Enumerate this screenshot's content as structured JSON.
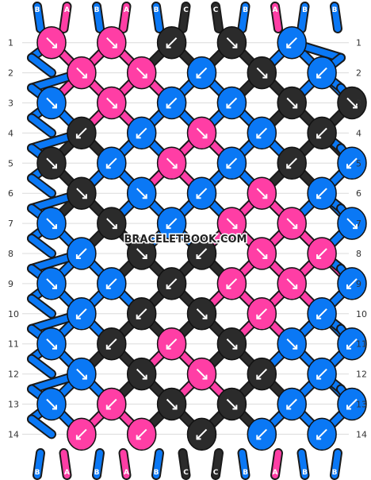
{
  "watermark": "BRACELETBOOK.COM",
  "colors": {
    "A": "#ff3ea5",
    "B": "#0a78f5",
    "C": "#2b2b2b"
  },
  "strands_top": [
    "B",
    "A",
    "B",
    "A",
    "B",
    "C",
    "C",
    "B",
    "A",
    "B",
    "B"
  ],
  "strands_bottom": [
    "B",
    "A",
    "B",
    "A",
    "B",
    "C",
    "C",
    "B",
    "A",
    "B",
    "B"
  ],
  "row_numbers": [
    "1",
    "2",
    "3",
    "4",
    "5",
    "6",
    "7",
    "8",
    "9",
    "10",
    "11",
    "12",
    "13",
    "14"
  ],
  "knots": [
    [
      "A",
      "A",
      "C",
      "C",
      "B"
    ],
    [
      "A",
      "A",
      "B",
      "C",
      "B"
    ],
    [
      "B",
      "A",
      "B",
      "B",
      "C",
      "C"
    ],
    [
      "C",
      "B",
      "A",
      "B",
      "C"
    ],
    [
      "C",
      "B",
      "A",
      "B",
      "C",
      "B"
    ],
    [
      "C",
      "B",
      "B",
      "A",
      "B"
    ],
    [
      "B",
      "C",
      "B",
      "A",
      "A",
      "B"
    ],
    [
      "B",
      "C",
      "C",
      "A",
      "A"
    ],
    [
      "B",
      "B",
      "C",
      "A",
      "A",
      "B"
    ],
    [
      "B",
      "C",
      "C",
      "A",
      "B"
    ],
    [
      "B",
      "C",
      "A",
      "C",
      "B",
      "B"
    ],
    [
      "B",
      "C",
      "A",
      "C",
      "B"
    ],
    [
      "B",
      "A",
      "C",
      "C",
      "B",
      "B"
    ],
    [
      "A",
      "A",
      "C",
      "B",
      "B"
    ]
  ],
  "directions": [
    [
      "se",
      "se",
      "sw",
      "se",
      "sw"
    ],
    [
      "se",
      "se",
      "sw",
      "se",
      "sw"
    ],
    [
      "se",
      "se",
      "sw",
      "sw",
      "se",
      "se"
    ],
    [
      "sw",
      "sw",
      "se",
      "sw",
      "sw"
    ],
    [
      "se",
      "sw",
      "se",
      "sw",
      "sw",
      "sw"
    ],
    [
      "se",
      "se",
      "sw",
      "se",
      "sw"
    ],
    [
      "se",
      "se",
      "sw",
      "se",
      "se",
      "se"
    ],
    [
      "sw",
      "se",
      "sw",
      "se",
      "sw"
    ],
    [
      "se",
      "sw",
      "sw",
      "sw",
      "se",
      "sw"
    ],
    [
      "sw",
      "sw",
      "se",
      "sw",
      "sw"
    ],
    [
      "se",
      "sw",
      "sw",
      "se",
      "se",
      "sw"
    ],
    [
      "se",
      "se",
      "se",
      "sw",
      "sw"
    ],
    [
      "se",
      "sw",
      "se",
      "se",
      "sw",
      "sw"
    ],
    [
      "sw",
      "sw",
      "sw",
      "sw",
      "sw"
    ]
  ]
}
